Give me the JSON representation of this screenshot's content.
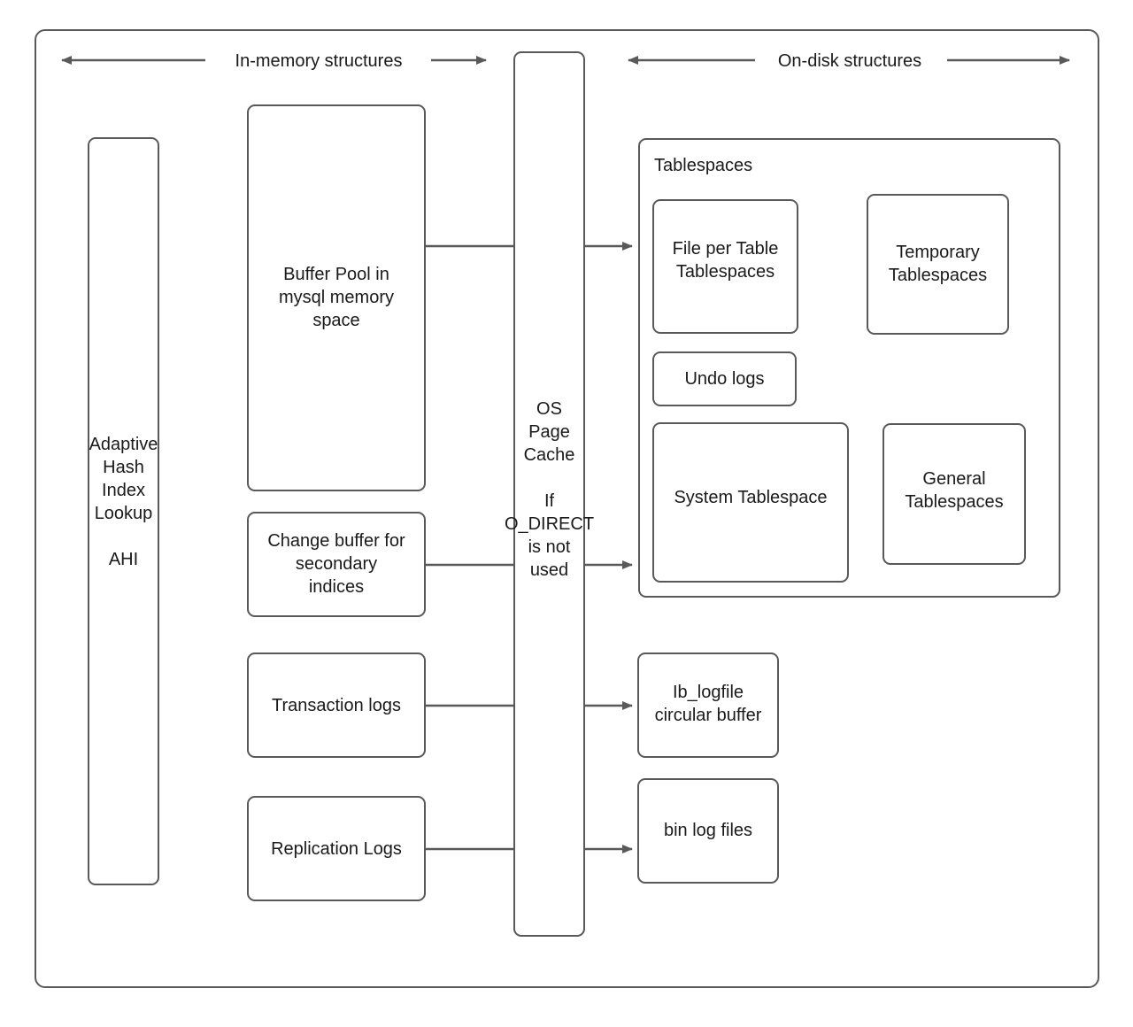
{
  "diagram": {
    "headers": {
      "left": "In-memory structures",
      "right": "On-disk structures"
    },
    "nodes": {
      "ahi": {
        "line1": "Adaptive",
        "line2": "Hash",
        "line3": "Index",
        "line4": "Lookup",
        "line5": "AHI"
      },
      "buffer_pool": {
        "line1": "Buffer Pool in",
        "line2": "mysql memory",
        "line3": "space"
      },
      "change_buffer": {
        "line1": "Change buffer for",
        "line2": "secondary",
        "line3": "indices"
      },
      "transaction_logs": {
        "label": "Transaction logs"
      },
      "replication_logs": {
        "label": "Replication Logs"
      },
      "os_page_cache": {
        "line1": "OS",
        "line2": "Page",
        "line3": "Cache",
        "line4": "If",
        "line5": "O_DIRECT",
        "line6": "is not",
        "line7": "used"
      },
      "tablespaces_group": {
        "title": "Tablespaces"
      },
      "file_per_table": {
        "line1": "File per Table",
        "line2": "Tablespaces"
      },
      "temporary_tablespaces": {
        "line1": "Temporary",
        "line2": "Tablespaces"
      },
      "undo_logs": {
        "label": "Undo logs"
      },
      "system_tablespace": {
        "label": "System Tablespace"
      },
      "general_tablespaces": {
        "line1": "General",
        "line2": "Tablespaces"
      },
      "ib_logfile": {
        "line1": "Ib_logfile",
        "line2": "circular buffer"
      },
      "bin_log_files": {
        "label": "bin log files"
      }
    },
    "colors": {
      "stroke": "#595959",
      "text": "#1a1a1a",
      "background": "#ffffff"
    }
  }
}
